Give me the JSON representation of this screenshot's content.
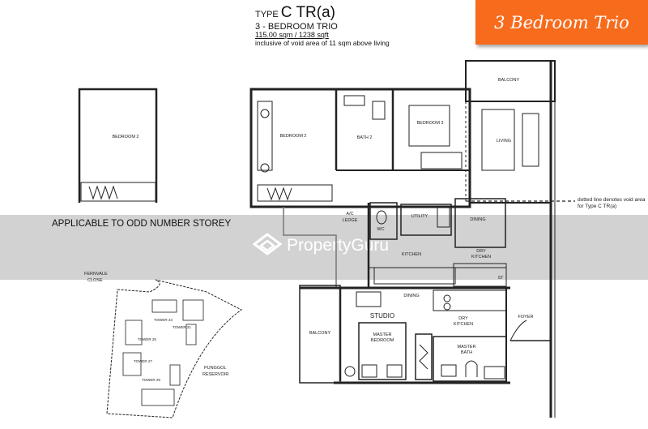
{
  "header": {
    "type_prefix": "TYPE",
    "type_code": "C TR(a)",
    "unit_name": "3 - BEDROOM TRIO",
    "area": "115.00 sqm / 1238 sqft",
    "void_note": "inclusive of void area of 11 sqm above living"
  },
  "badge": {
    "label": "3 Bedroom Trio",
    "color": "#f76b1c"
  },
  "odd_storey": {
    "room_label": "BEDROOM 2",
    "caption": "APPLICABLE TO ODD NUMBER STOREY"
  },
  "rooms": {
    "bedroom2": "BEDROOM 2",
    "bath2": "BATH 2",
    "bedroom3": "BEDROOM 3",
    "balcony_top": "BALCONY",
    "living": "LIVING",
    "wc": "WC",
    "utility": "UTILITY",
    "dining": "DINING",
    "ac_ledge_1": "A/C",
    "ac_ledge_2": "LEDGE",
    "kitchen": "KITCHEN",
    "dry_kitchen_1": "DRY",
    "dry_kitchen_2": "KITCHEN",
    "st": "ST",
    "studio_dining": "DINING",
    "studio": "STUDIO",
    "studio_dry_1": "DRY",
    "studio_dry_2": "KITCHEN",
    "foyer": "FOYER",
    "balcony_bottom": "BALCONY",
    "master_bedroom_1": "MASTER",
    "master_bedroom_2": "BEDROOM",
    "master_bath_1": "MASTER",
    "master_bath_2": "BATH"
  },
  "void_legend": {
    "line1": "dotted line denotes void area",
    "line2": "for Type C TR(a)"
  },
  "site_plan": {
    "road": [
      "FERNVALE",
      "CLOSE"
    ],
    "reservoir": [
      "PUNGGOL",
      "RESERVOIR"
    ],
    "towers": [
      "TOWER 23",
      "TOWER 21",
      "TOWER 25",
      "TOWER 27",
      "TOWER 29"
    ]
  },
  "watermark": {
    "brand": "PropertyGuru"
  }
}
